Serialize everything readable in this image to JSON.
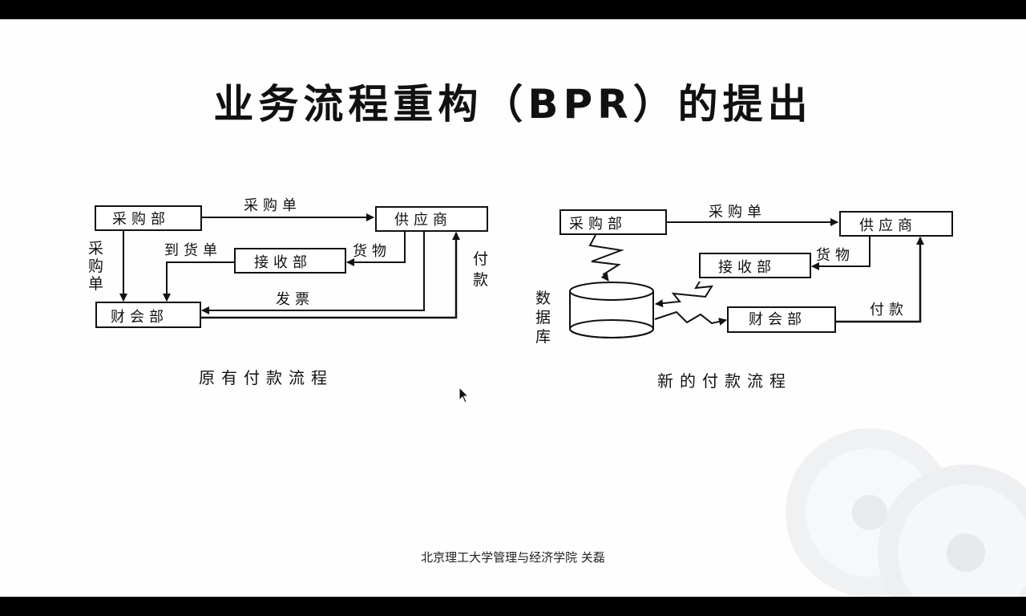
{
  "slide": {
    "title": "业务流程重构（BPR）的提出",
    "footer": "北京理工大学管理与经济学院 关磊"
  },
  "old_flow": {
    "caption": "原有付款流程",
    "nodes": {
      "purchasing": "采购部",
      "supplier": "供应商",
      "receiving": "接收部",
      "accounting": "财会部"
    },
    "edges": {
      "purchase_order": "采购单",
      "goods": "货物",
      "delivery_note": "到货单",
      "invoice": "发票",
      "payment": "付款",
      "purchase_order_copy": "采购单"
    }
  },
  "new_flow": {
    "caption": "新的付款流程",
    "nodes": {
      "purchasing": "采购部",
      "supplier": "供应商",
      "receiving": "接收部",
      "accounting": "财会部",
      "database": "数据库"
    },
    "edges": {
      "purchase_order": "采购单",
      "goods": "货物",
      "payment": "付款"
    }
  },
  "colors": {
    "slide_bg": "#fefefe",
    "frame": "#000000",
    "ink": "#111111"
  }
}
